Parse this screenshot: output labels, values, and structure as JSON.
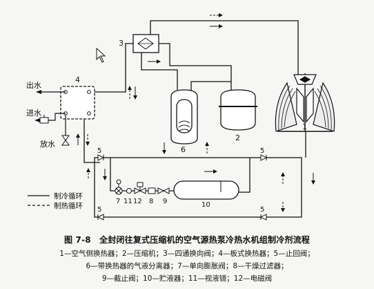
{
  "diagram": {
    "labels": {
      "outlet_water": "出水",
      "inlet_water": "进水",
      "drain_water": "放水",
      "n1": "1",
      "n2": "2",
      "n3": "3",
      "n4": "4",
      "n5a": "5",
      "n5b": "5",
      "n5c": "5",
      "n5d": "5",
      "n6": "6",
      "n7": "7",
      "n8": "8",
      "n9": "9",
      "n10": "10",
      "n11": "11",
      "n12": "12"
    },
    "legend": {
      "cooling_cycle": "制冷循环",
      "heating_cycle": "制热循环"
    }
  },
  "caption": {
    "title": "图 7-8　全封闭往复式压缩机的空气源热泵冷热水机组制冷剂流程",
    "line1": "1—空气侧换热器；2—压缩机；3—四通换向阀；4—板式换热器；5—止回阀；",
    "line2": "6—带换热器的气液分离器；7—单向膨胀阀；8—干燥过滤器；",
    "line3": "9—截止阀；10—贮液器；11—视液镜；12—电磁阀"
  }
}
